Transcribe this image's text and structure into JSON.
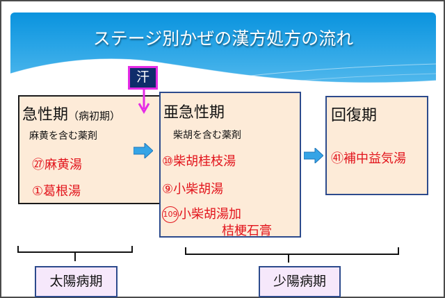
{
  "title": "ステージ別かぜの漢方処方の流れ",
  "sweat_label": "汗",
  "stages": [
    {
      "name": "急性期",
      "note": "（病初期）",
      "subtitle": "麻黄を含む薬剤",
      "prescriptions": [
        "㉗麻黄湯",
        "①葛根湯"
      ]
    },
    {
      "name": "亜急性期",
      "subtitle": "柴胡を含む薬剤",
      "prescriptions": [
        "⑩柴胡桂枝湯",
        "⑨小柴胡湯",
        "小柴胡湯加",
        "桔梗石膏"
      ],
      "special_number": "109"
    },
    {
      "name": "回復期",
      "prescriptions": [
        "㊶補中益気湯"
      ]
    }
  ],
  "phases": [
    "太陽病期",
    "少陽病期"
  ],
  "colors": {
    "header_blue": "#0a93de",
    "box_fill": "#fdebd8",
    "prescription_red": "#e2141c",
    "sweat_fill": "#0f2d6b",
    "sweat_border": "#e52ce6",
    "arrow_blue": "#35a4e6",
    "phase_fill": "#f6e8fb"
  }
}
